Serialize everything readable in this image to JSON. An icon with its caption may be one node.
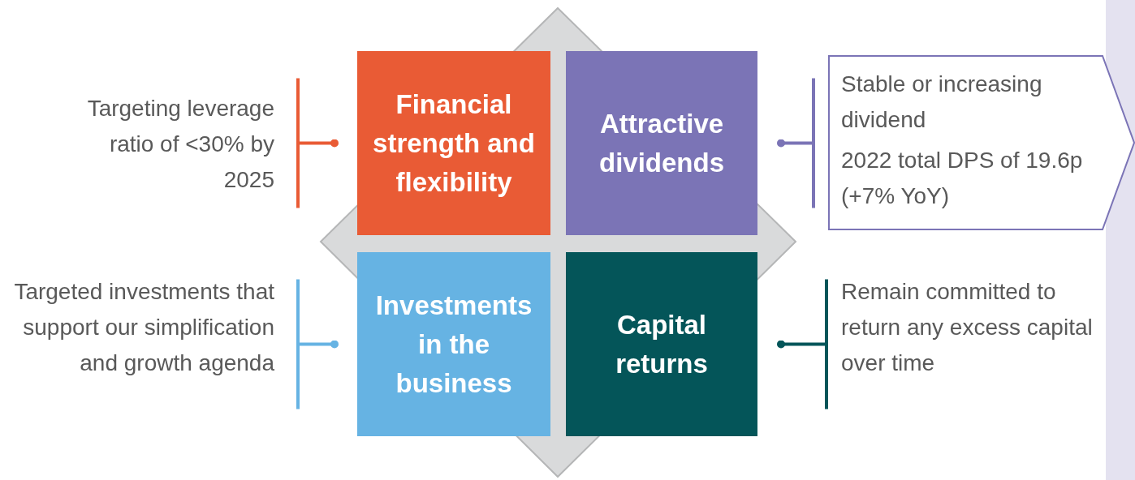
{
  "diagram": {
    "nodes": [
      {
        "text": [
          "Targeting leverage ratio of <30% by 2025"
        ]
      },
      {
        "text": [
          "Financial strength and flexibility"
        ]
      },
      {
        "text": [
          "Attractive dividends"
        ]
      },
      {
        "text": [
          "Stable or increasing dividend",
          "2022 total DPS of 19.6p (+7% YoY)"
        ]
      },
      {
        "text": [
          "Targeted investments that support our simplification and growth agenda"
        ]
      },
      {
        "text": [
          "Investments in the business"
        ]
      },
      {
        "text": [
          "Capital returns"
        ]
      },
      {
        "text": [
          "Remain committed to return any excess capital over time"
        ]
      }
    ],
    "edges": [
      {
        "from": 0,
        "to": 1,
        "arrow": "other",
        "color": "#e95b35"
      },
      {
        "from": 3,
        "to": 2,
        "arrow": "other",
        "color": "#7b74b6"
      },
      {
        "from": 4,
        "to": 5,
        "arrow": "other",
        "color": "#66b3e3"
      },
      {
        "from": 7,
        "to": 6,
        "arrow": "other",
        "color": "#045559"
      }
    ]
  }
}
